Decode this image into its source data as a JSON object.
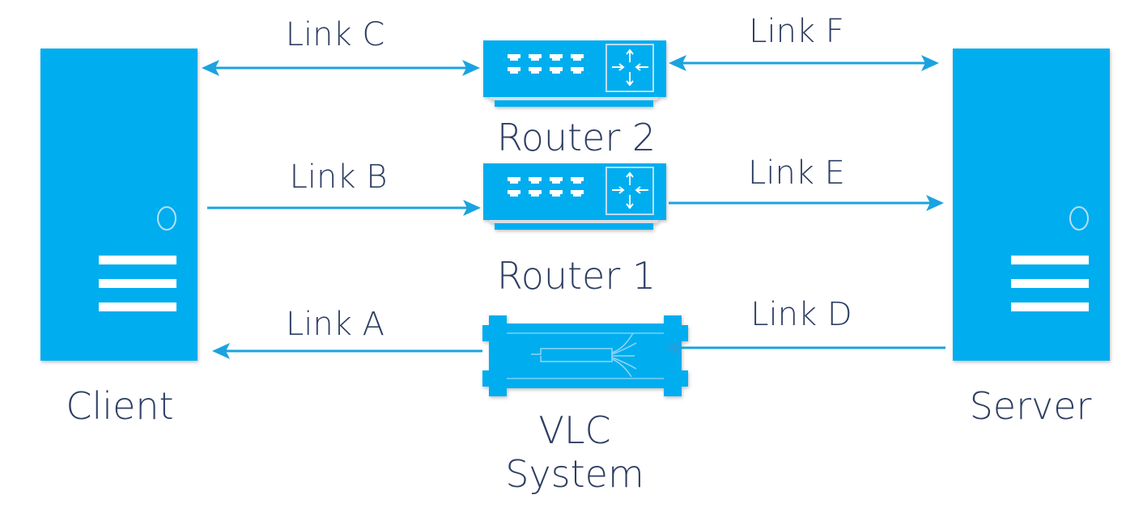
{
  "diagram": {
    "description": "Network topology: Client and Server connected via Router 2, Router 1 and a VLC System",
    "colors": {
      "device_fill": "#00adef",
      "link_line": "#1aa3e0",
      "text": "#2e3e63",
      "background": "#ffffff"
    },
    "nodes": [
      {
        "id": "client",
        "label": "Client",
        "type": "server-tower-icon"
      },
      {
        "id": "server",
        "label": "Server",
        "type": "server-tower-icon"
      },
      {
        "id": "router2",
        "label": "Router 2",
        "type": "router-icon"
      },
      {
        "id": "router1",
        "label": "Router 1",
        "type": "router-icon"
      },
      {
        "id": "vlc",
        "label_line1": "VLC",
        "label_line2": "System",
        "type": "fiber-optic-icon"
      }
    ],
    "links": [
      {
        "id": "C",
        "label": "Link C",
        "from": "client",
        "to": "router2",
        "direction": "bidirectional"
      },
      {
        "id": "F",
        "label": "Link F",
        "from": "router2",
        "to": "server",
        "direction": "bidirectional"
      },
      {
        "id": "B",
        "label": "Link B",
        "from": "client",
        "to": "router1",
        "direction": "forward"
      },
      {
        "id": "E",
        "label": "Link E",
        "from": "router1",
        "to": "server",
        "direction": "forward"
      },
      {
        "id": "D",
        "label": "Link D",
        "from": "server",
        "to": "vlc",
        "direction": "forward"
      },
      {
        "id": "A",
        "label": "Link A",
        "from": "vlc",
        "to": "client",
        "direction": "forward"
      }
    ]
  }
}
